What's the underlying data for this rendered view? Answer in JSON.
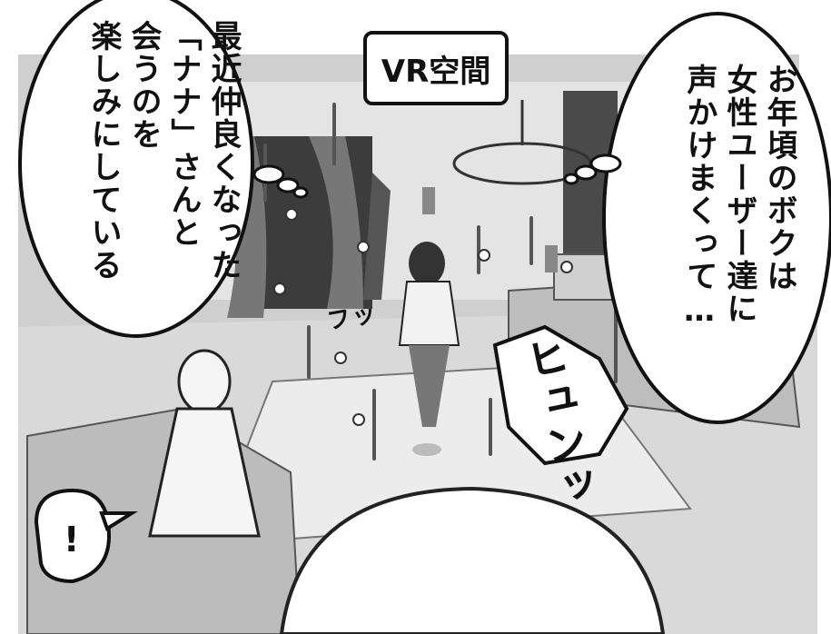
{
  "location_label": "VR空間",
  "bubbles": {
    "left_thought": "最近仲良くなった\n「ナナ」さんと\n会うのを\n楽しみにしている",
    "right_thought": "お年頃のボクは\n女性ユーザー達に\n声かけまくって…",
    "exclaim": "!"
  },
  "sfx": {
    "pop": "フッ",
    "whoosh": "ヒュンッ"
  }
}
